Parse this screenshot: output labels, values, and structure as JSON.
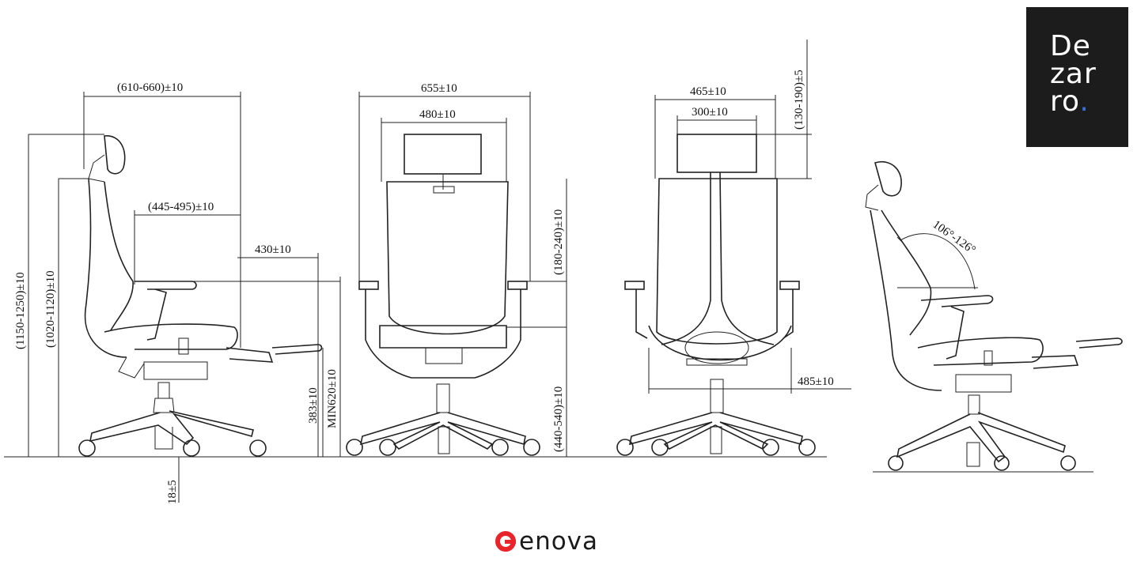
{
  "brand": {
    "logo_lines": [
      "De",
      "zar",
      "ro"
    ],
    "logo_dot": ".",
    "logo_dot_color": "#3b6fd8",
    "footer_logo_text": "enova",
    "footer_logo_color": "#e8232a"
  },
  "side_view": {
    "overall_depth": "(610-660)±10",
    "seat_depth": "(445-495)±10",
    "footrest_extension": "430±10",
    "total_height": "(1150-1250)±10",
    "backrest_top_height": "(1020-1120)±10",
    "armrest_height": "383±10",
    "footrest_height": "MIN620±10",
    "caster_clearance": "18±5"
  },
  "front_view": {
    "overall_width": "655±10",
    "headrest_width": "480±10",
    "backrest_height": "(180-240)±10",
    "seat_height": "(440-540)±10"
  },
  "rear_view": {
    "armrest_span": "465±10",
    "headrest_width": "300±10",
    "headrest_adjust": "(130-190)±5",
    "seat_width": "485±10"
  },
  "recline_view": {
    "recline_angle": "106°-126°"
  }
}
